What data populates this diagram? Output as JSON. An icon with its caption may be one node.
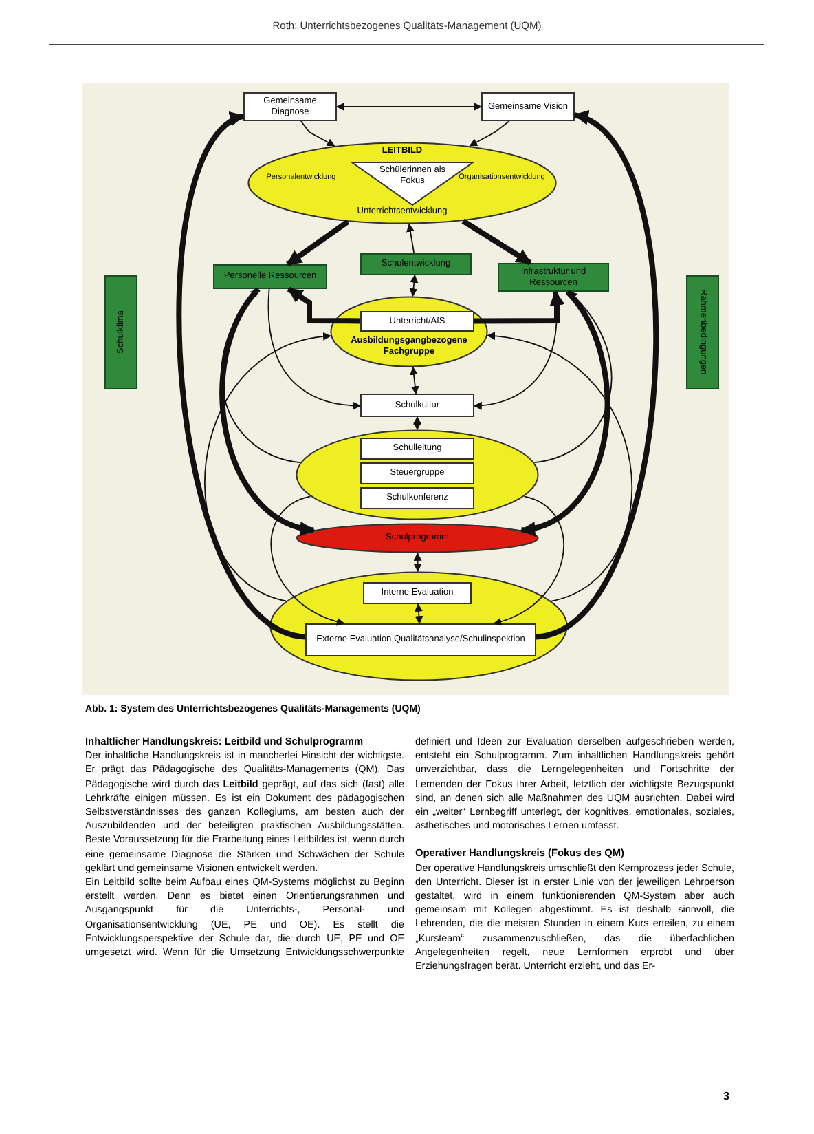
{
  "diagram": {
    "caption": "Abb. 1: System des Unterrichtsbezogenes Qualitäts-Managements (UQM)",
    "nodes": [
      {
        "text": [
          "Gemeinsame Diagnose"
        ]
      },
      {
        "text": [
          "Gemeinsame Vision"
        ]
      },
      {
        "text": [
          "LEITBILD",
          "Personalentwicklung",
          "Organisationsentwicklung",
          "Unterrichtsentwicklung"
        ]
      },
      {
        "text": [
          "Schülerinnen als Fokus"
        ],
        "in": 2
      },
      {
        "text": [
          "Personelle Ressourcen"
        ]
      },
      {
        "text": [
          "Schulentwicklung"
        ]
      },
      {
        "text": [
          "Infrastruktur und Ressourcen"
        ]
      },
      {
        "text": [
          "Schulklima"
        ]
      },
      {
        "text": [
          "Rahmenbedingungen"
        ]
      },
      {
        "text": [
          "Ausbildungsgangbezogene Fachgruppe"
        ]
      },
      {
        "text": [
          "Unterricht/AfS"
        ],
        "in": 9
      },
      {
        "text": [
          "Schulkultur"
        ]
      },
      {
        "text": [],
        "shape": "ellipse"
      },
      {
        "text": [
          "Schulleitung"
        ],
        "in": 12
      },
      {
        "text": [
          "Steuergruppe"
        ],
        "in": 12
      },
      {
        "text": [
          "Schulkonferenz"
        ],
        "in": 12
      },
      {
        "text": [
          "Schulprogramm"
        ]
      },
      {
        "text": [],
        "shape": "ellipse"
      },
      {
        "text": [
          "Interne Evaluation"
        ],
        "in": 17
      },
      {
        "text": [
          "Externe Evaluation Qualitätsanalyse/Schulinspektion"
        ],
        "in": 17
      }
    ],
    "edges": [
      {
        "from": 0,
        "to": 1,
        "arrow": "both"
      },
      {
        "from": 0,
        "to": 2,
        "arrow": "to"
      },
      {
        "from": 1,
        "to": 2,
        "arrow": "to"
      },
      {
        "from": 2,
        "to": 4,
        "arrow": "to",
        "style": "thick"
      },
      {
        "from": 2,
        "to": 6,
        "arrow": "to",
        "style": "thick"
      },
      {
        "from": 5,
        "to": 2,
        "arrow": "to"
      },
      {
        "from": 9,
        "to": 5,
        "arrow": "both"
      },
      {
        "from": 10,
        "to": 4,
        "arrow": "to",
        "style": "thick"
      },
      {
        "from": 10,
        "to": 6,
        "arrow": "to",
        "style": "thick"
      },
      {
        "from": 9,
        "to": 11,
        "arrow": "both"
      },
      {
        "from": 11,
        "to": 12,
        "arrow": "both"
      },
      {
        "from": 16,
        "to": 17,
        "arrow": "both"
      },
      {
        "from": 18,
        "to": 19,
        "arrow": "both"
      },
      {
        "from": 19,
        "to": 0,
        "arrow": "to",
        "style": "thick"
      },
      {
        "from": 19,
        "to": 1,
        "arrow": "to",
        "style": "thick"
      },
      {
        "from": 4,
        "to": 16,
        "arrow": "to",
        "style": "thick"
      },
      {
        "from": 6,
        "to": 16,
        "arrow": "to",
        "style": "thick"
      },
      {
        "from": 17,
        "to": 9,
        "arrow": "to"
      },
      {
        "from": 17,
        "to": 9,
        "arrow": "to"
      },
      {
        "from": 4,
        "to": 11,
        "arrow": "to"
      },
      {
        "from": 6,
        "to": 11,
        "arrow": "to"
      },
      {
        "from": 12,
        "to": 19,
        "arrow": "to"
      },
      {
        "from": 12,
        "to": 19,
        "arrow": "to"
      },
      {
        "from": 12,
        "to": 4,
        "arrow": "to"
      },
      {
        "from": 12,
        "to": 6,
        "arrow": "to"
      }
    ],
    "labels": [
      "Roth: Unterrichtsbezogenes Qualitäts-Management (UQM)",
      "Inhaltlicher Handlungskreis: Leitbild und Schulprogramm",
      "Der inhaltliche Handlungskreis ist in mancherlei Hinsicht der wichtigste. Er prägt das Pädagogische des Qualitäts-Managements (QM). Das Pädagogische wird durch das **Leitbild** geprägt, auf das sich (fast) alle Lehrkräfte einigen müssen. Es ist ein Dokument des pädagogischen Selbstverständnisses des ganzen Kollegiums, am besten auch der Auszubildenden und der beteiligten praktischen Ausbildungsstätten. Beste Voraussetzung für die Erarbeitung eines Leitbildes ist, wenn durch eine gemeinsame Diagnose die Stärken und Schwächen der Schule geklärt und gemeinsame Visionen entwickelt werden.",
      "Ein Leitbild sollte beim Aufbau eines QM-Systems möglichst zu Beginn erstellt werden. Denn es bietet einen Orientierungsrahmen und Ausgangspunkt für die Unterrichts-, Personal- und Organisationsentwicklung (UE, PE und OE). Es stellt die Entwicklungsperspektive der Schule dar, die durch UE, PE und OE umgesetzt wird. Wenn für die Umsetzung Entwicklungsschwerpunkte definiert und Ideen zur Evaluation derselben aufgeschrieben werden, entsteht ein Schulprogramm. Zum inhaltlichen Handlungskreis gehört unverzichtbar, dass die Lerngelegenheiten und Fortschritte der Lernenden der Fokus ihrer Arbeit, letztlich der wichtigste Bezugspunkt sind, an denen sich alle Maßnahmen des UQM ausrichten. Dabei wird ein „weiter“ Lernbegriff unterlegt, der kognitives, emotionales, soziales, ästhetisches und motorisches Lernen umfasst.",
      "Operativer Handlungskreis (Fokus des QM)",
      "Der operative Handlungskreis umschließt den Kernprozess jeder Schule, den Unterricht. Dieser ist in erster Linie von der jeweiligen Lehrperson gestaltet, wird in einem funktionierenden QM-System aber auch gemeinsam mit Kollegen abgestimmt. Es ist deshalb sinnvoll, die Lehrenden, die die meisten Stunden in einem Kurs erteilen, zu einem „Kursteam“ zusammenzuschließen, das die überfachlichen Angelegenheiten regelt, neue Lernformen erprobt und über Erziehungsfragen berät. Unterricht erzieht, und das Er-",
      "3"
    ]
  }
}
